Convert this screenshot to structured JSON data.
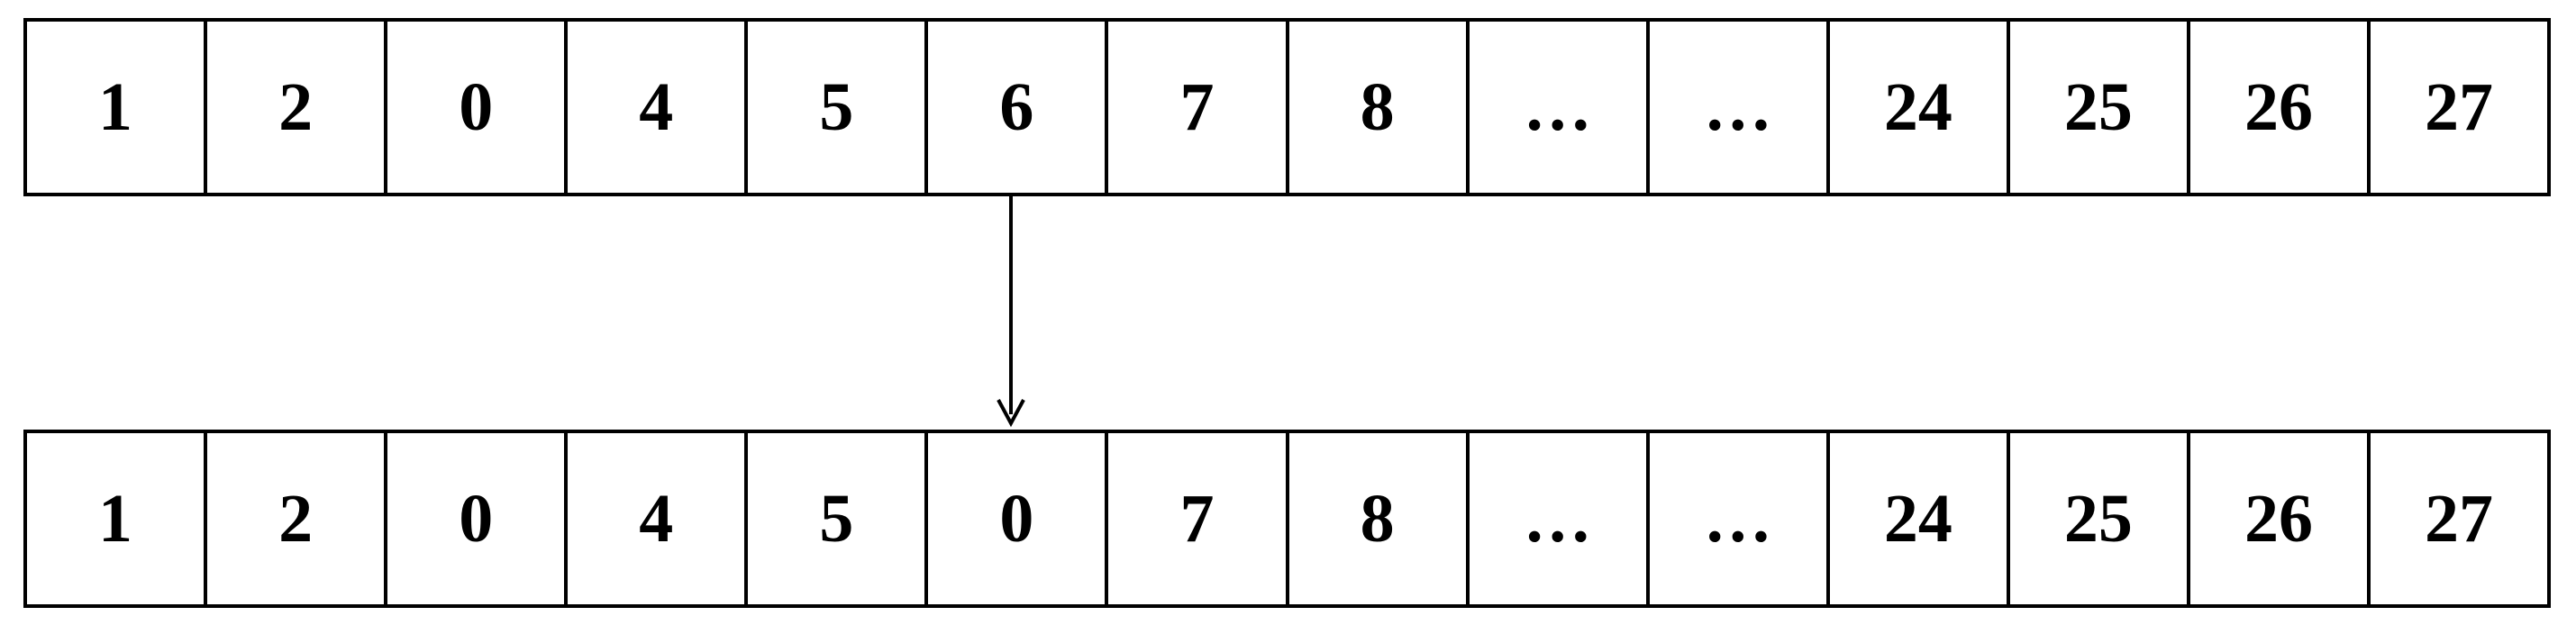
{
  "top_array": {
    "cells": [
      "1",
      "2",
      "0",
      "4",
      "5",
      "6",
      "7",
      "8",
      "…",
      "…",
      "24",
      "25",
      "26",
      "27"
    ]
  },
  "bottom_array": {
    "cells": [
      "1",
      "2",
      "0",
      "4",
      "5",
      "0",
      "7",
      "8",
      "…",
      "…",
      "24",
      "25",
      "26",
      "27"
    ]
  },
  "arrow": {
    "from_index": 5,
    "to_index": 5
  }
}
